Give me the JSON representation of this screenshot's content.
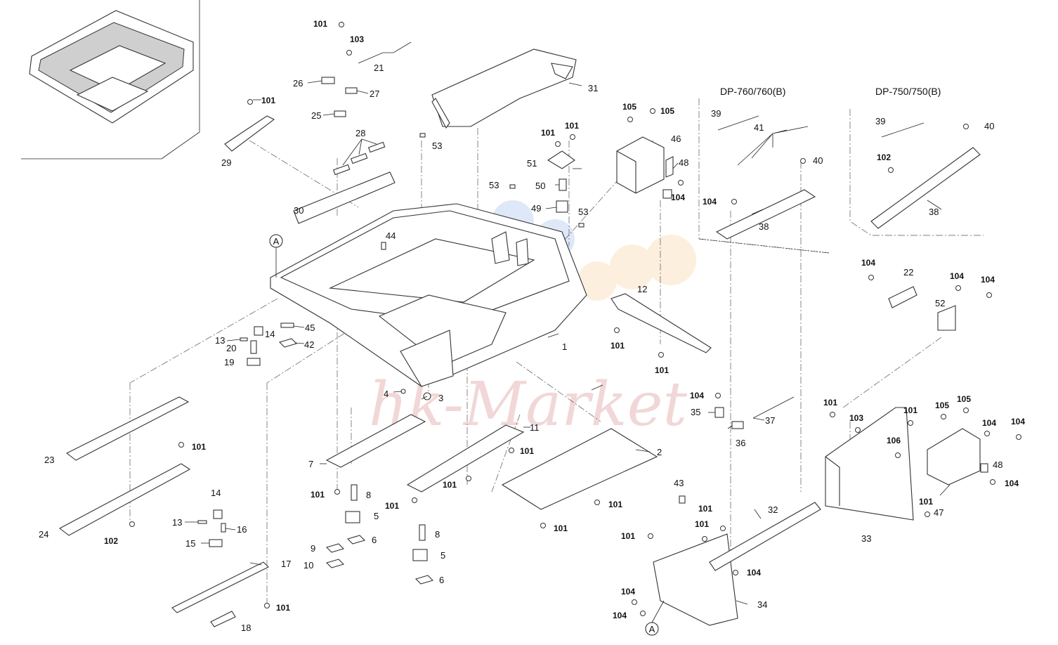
{
  "diagram": {
    "watermark": "hk-Market",
    "headers": {
      "dp760": "DP-760/760(B)",
      "dp750": "DP-750/750(B)"
    },
    "callout_marker": "A",
    "labels": {
      "l1": "1",
      "l2": "2",
      "l3": "3",
      "l4": "4",
      "l5a": "5",
      "l5b": "5",
      "l6a": "6",
      "l6b": "6",
      "l7": "7",
      "l8a": "8",
      "l8b": "8",
      "l9": "9",
      "l10": "10",
      "l11": "11",
      "l12": "12",
      "l13a": "13",
      "l13b": "13",
      "l14a": "14",
      "l14b": "14",
      "l15": "15",
      "l16": "16",
      "l17": "17",
      "l18": "18",
      "l19": "19",
      "l20": "20",
      "l21": "21",
      "l22": "22",
      "l23": "23",
      "l24": "24",
      "l25": "25",
      "l26": "26",
      "l27": "27",
      "l28": "28",
      "l29": "29",
      "l30": "30",
      "l31": "31",
      "l32": "32",
      "l33": "33",
      "l34": "34",
      "l35": "35",
      "l36": "36",
      "l37": "37",
      "l38a": "38",
      "l38b": "38",
      "l39a": "39",
      "l39b": "39",
      "l40a": "40",
      "l40b": "40",
      "l41": "41",
      "l42": "42",
      "l43": "43",
      "l44": "44",
      "l45": "45",
      "l46": "46",
      "l47": "47",
      "l48a": "48",
      "l48b": "48",
      "l49": "49",
      "l50": "50",
      "l51": "51",
      "l52": "52",
      "l53a": "53",
      "l53b": "53",
      "l53c": "53"
    },
    "screw_labels": {
      "s101": "101",
      "s102": "102",
      "s103": "103",
      "s104": "104",
      "s105": "105",
      "s106": "106"
    }
  }
}
